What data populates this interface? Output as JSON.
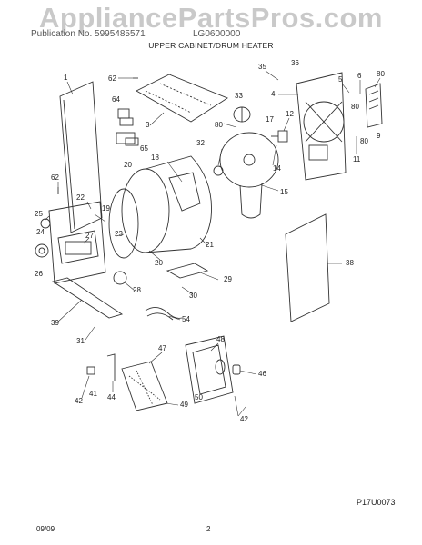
{
  "watermark": "AppliancePartsPros.com",
  "header": {
    "left_text": "Publication No. 5995485571",
    "mid_text": "LG0600000",
    "section_title": "UPPER CABINET/DRUM HEATER"
  },
  "footer": {
    "diagram_code": "P17U0073",
    "date": "09/09",
    "page_number": "2"
  },
  "callouts": [
    {
      "id": "c1",
      "text": "1"
    },
    {
      "id": "c62a",
      "text": "62"
    },
    {
      "id": "c64",
      "text": "64"
    },
    {
      "id": "c3",
      "text": "3"
    },
    {
      "id": "c65",
      "text": "65"
    },
    {
      "id": "c33",
      "text": "33"
    },
    {
      "id": "c35",
      "text": "35"
    },
    {
      "id": "c36",
      "text": "36"
    },
    {
      "id": "c4",
      "text": "4"
    },
    {
      "id": "c5",
      "text": "5"
    },
    {
      "id": "c6",
      "text": "6"
    },
    {
      "id": "c80a",
      "text": "80"
    },
    {
      "id": "c80b",
      "text": "80"
    },
    {
      "id": "c80c",
      "text": "80"
    },
    {
      "id": "c80d",
      "text": "80"
    },
    {
      "id": "c17",
      "text": "17"
    },
    {
      "id": "c12",
      "text": "12"
    },
    {
      "id": "c32",
      "text": "32"
    },
    {
      "id": "c18",
      "text": "18"
    },
    {
      "id": "c20a",
      "text": "20"
    },
    {
      "id": "c14",
      "text": "14"
    },
    {
      "id": "c15",
      "text": "15"
    },
    {
      "id": "c9",
      "text": "9"
    },
    {
      "id": "c11",
      "text": "11"
    },
    {
      "id": "c62b",
      "text": "62"
    },
    {
      "id": "c22",
      "text": "22"
    },
    {
      "id": "c19",
      "text": "19"
    },
    {
      "id": "c25",
      "text": "25"
    },
    {
      "id": "c27",
      "text": "27"
    },
    {
      "id": "c23",
      "text": "23"
    },
    {
      "id": "c21",
      "text": "21"
    },
    {
      "id": "c24",
      "text": "24"
    },
    {
      "id": "c20b",
      "text": "20"
    },
    {
      "id": "c26",
      "text": "26"
    },
    {
      "id": "c29",
      "text": "29"
    },
    {
      "id": "c30",
      "text": "30"
    },
    {
      "id": "c28",
      "text": "28"
    },
    {
      "id": "c38",
      "text": "38"
    },
    {
      "id": "c39",
      "text": "39"
    },
    {
      "id": "c54",
      "text": "54"
    },
    {
      "id": "c31",
      "text": "31"
    },
    {
      "id": "c47",
      "text": "47"
    },
    {
      "id": "c48",
      "text": "48"
    },
    {
      "id": "c46",
      "text": "46"
    },
    {
      "id": "c42a",
      "text": "42"
    },
    {
      "id": "c41",
      "text": "41"
    },
    {
      "id": "c44",
      "text": "44"
    },
    {
      "id": "c49",
      "text": "49"
    },
    {
      "id": "c50",
      "text": "50"
    },
    {
      "id": "c42b",
      "text": "42"
    }
  ]
}
